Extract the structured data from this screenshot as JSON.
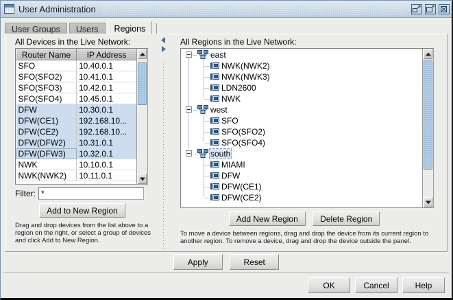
{
  "window": {
    "title": "User Administration",
    "icon": "window-icon",
    "buttons": [
      {
        "name": "restore-button",
        "glyph": "restore-icon"
      },
      {
        "name": "maximize-button",
        "glyph": "maximize-icon"
      },
      {
        "name": "close-button",
        "glyph": "close-icon"
      }
    ]
  },
  "tabs": [
    {
      "label": "User Groups",
      "active": false
    },
    {
      "label": "Users",
      "active": false
    },
    {
      "label": "Regions",
      "active": true
    }
  ],
  "left_panel": {
    "label": "All Devices in the Live Network:",
    "columns": [
      "Router Name",
      "IP Address"
    ],
    "rows": [
      {
        "name": "SFO",
        "ip": "10.40.0.1",
        "selected": false
      },
      {
        "name": "SFO(SFO2)",
        "ip": "10.41.0.1",
        "selected": false
      },
      {
        "name": "SFO(SFO3)",
        "ip": "10.42.0.1",
        "selected": false
      },
      {
        "name": "SFO(SFO4)",
        "ip": "10.45.0.1",
        "selected": false
      },
      {
        "name": "DFW",
        "ip": "10.30.0.1",
        "selected": true
      },
      {
        "name": "DFW(CE1)",
        "ip": "192.168.10...",
        "selected": true
      },
      {
        "name": "DFW(CE2)",
        "ip": "192.168.10...",
        "selected": true
      },
      {
        "name": "DFW(DFW2)",
        "ip": "10.31.0.1",
        "selected": true
      },
      {
        "name": "DFW(DFW3)",
        "ip": "10.32.0.1",
        "selected": true
      },
      {
        "name": "NWK",
        "ip": "10.10.0.1",
        "selected": false
      },
      {
        "name": "NWK(NWK2)",
        "ip": "10.11.0.1",
        "selected": false
      }
    ],
    "filter_label": "Filter:",
    "filter_value": "*",
    "add_button": "Add to New Region",
    "hint": "Drag and drop devices from the list above to a region on the right, or select a group of devices and click Add to New Region."
  },
  "right_panel": {
    "label": "All Regions in the Live Network:",
    "tree": [
      {
        "label": "east",
        "type": "region",
        "expanded": true,
        "selected": false
      },
      {
        "label": "NWK(NWK2)",
        "type": "device",
        "selected": false
      },
      {
        "label": "NWK(NWK3)",
        "type": "device",
        "selected": false
      },
      {
        "label": "LDN2600",
        "type": "device",
        "selected": false
      },
      {
        "label": "NWK",
        "type": "device",
        "selected": false
      },
      {
        "label": "west",
        "type": "region",
        "expanded": true,
        "selected": false
      },
      {
        "label": "SFO",
        "type": "device",
        "selected": false
      },
      {
        "label": "SFO(SFO2)",
        "type": "device",
        "selected": false
      },
      {
        "label": "SFO(SFO4)",
        "type": "device",
        "selected": false
      },
      {
        "label": "south",
        "type": "region",
        "expanded": true,
        "selected": true
      },
      {
        "label": "MIAMI",
        "type": "device",
        "selected": false
      },
      {
        "label": "DFW",
        "type": "device",
        "selected": false
      },
      {
        "label": "DFW(CE1)",
        "type": "device",
        "selected": false
      },
      {
        "label": "DFW(CE2)",
        "type": "device",
        "selected": false
      }
    ],
    "add_region_button": "Add New Region",
    "delete_region_button": "Delete Region",
    "hint": "To move a device between regions, drag and drop the device from its current region to another region. To remove a device, drag and drop the device outside the panel."
  },
  "actions": {
    "apply": "Apply",
    "reset": "Reset"
  },
  "footer": {
    "ok": "OK",
    "cancel": "Cancel",
    "help": "Help"
  },
  "colors": {
    "selection": "#ccddf0",
    "title_gradient_start": "#dfe7f0",
    "title_gradient_end": "#b9cde0",
    "panel_bg": "#ececea",
    "scroll_thumb": "#9fc0dd"
  }
}
